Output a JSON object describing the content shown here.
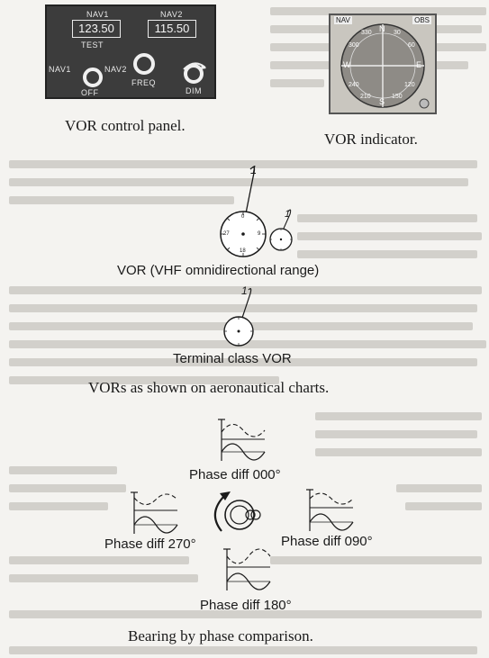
{
  "panel": {
    "nav1_label": "NAV1",
    "nav2_label": "NAV2",
    "nav1_freq": "123.50",
    "nav2_freq": "115.50",
    "test_label": "TEST",
    "knob_nav1_label": "NAV1",
    "knob_nav2_label": "NAV2",
    "off_label": "OFF",
    "freq_label": "FREQ",
    "dim_label": "DIM"
  },
  "indicator": {
    "top_left_flag": "NAV",
    "top_right_flag": "OBS",
    "north": "N",
    "south": "S",
    "east": "E",
    "west": "W",
    "deg_30": "30",
    "deg_60": "60",
    "deg_120": "120",
    "deg_150": "150",
    "deg_210": "210",
    "deg_240": "240",
    "deg_300": "300",
    "deg_330": "330"
  },
  "captions": {
    "vor_control_panel": "VOR control panel.",
    "vor_indicator": "VOR indicator.",
    "vor_vhf": "VOR (VHF omnidirectional range)",
    "terminal_vor": "Terminal class VOR",
    "charts": "VORs as shown on aeronautical charts.",
    "phase_000": "Phase diff 000°",
    "phase_270": "Phase diff 270°",
    "phase_090": "Phase diff 090°",
    "phase_180": "Phase diff 180°",
    "bearing": "Bearing by phase comparison."
  },
  "chart_symbols": {
    "north_mark": "0",
    "west_mark": "27",
    "east_mark": "9",
    "south_mark": "18",
    "pointer_number": "1"
  }
}
